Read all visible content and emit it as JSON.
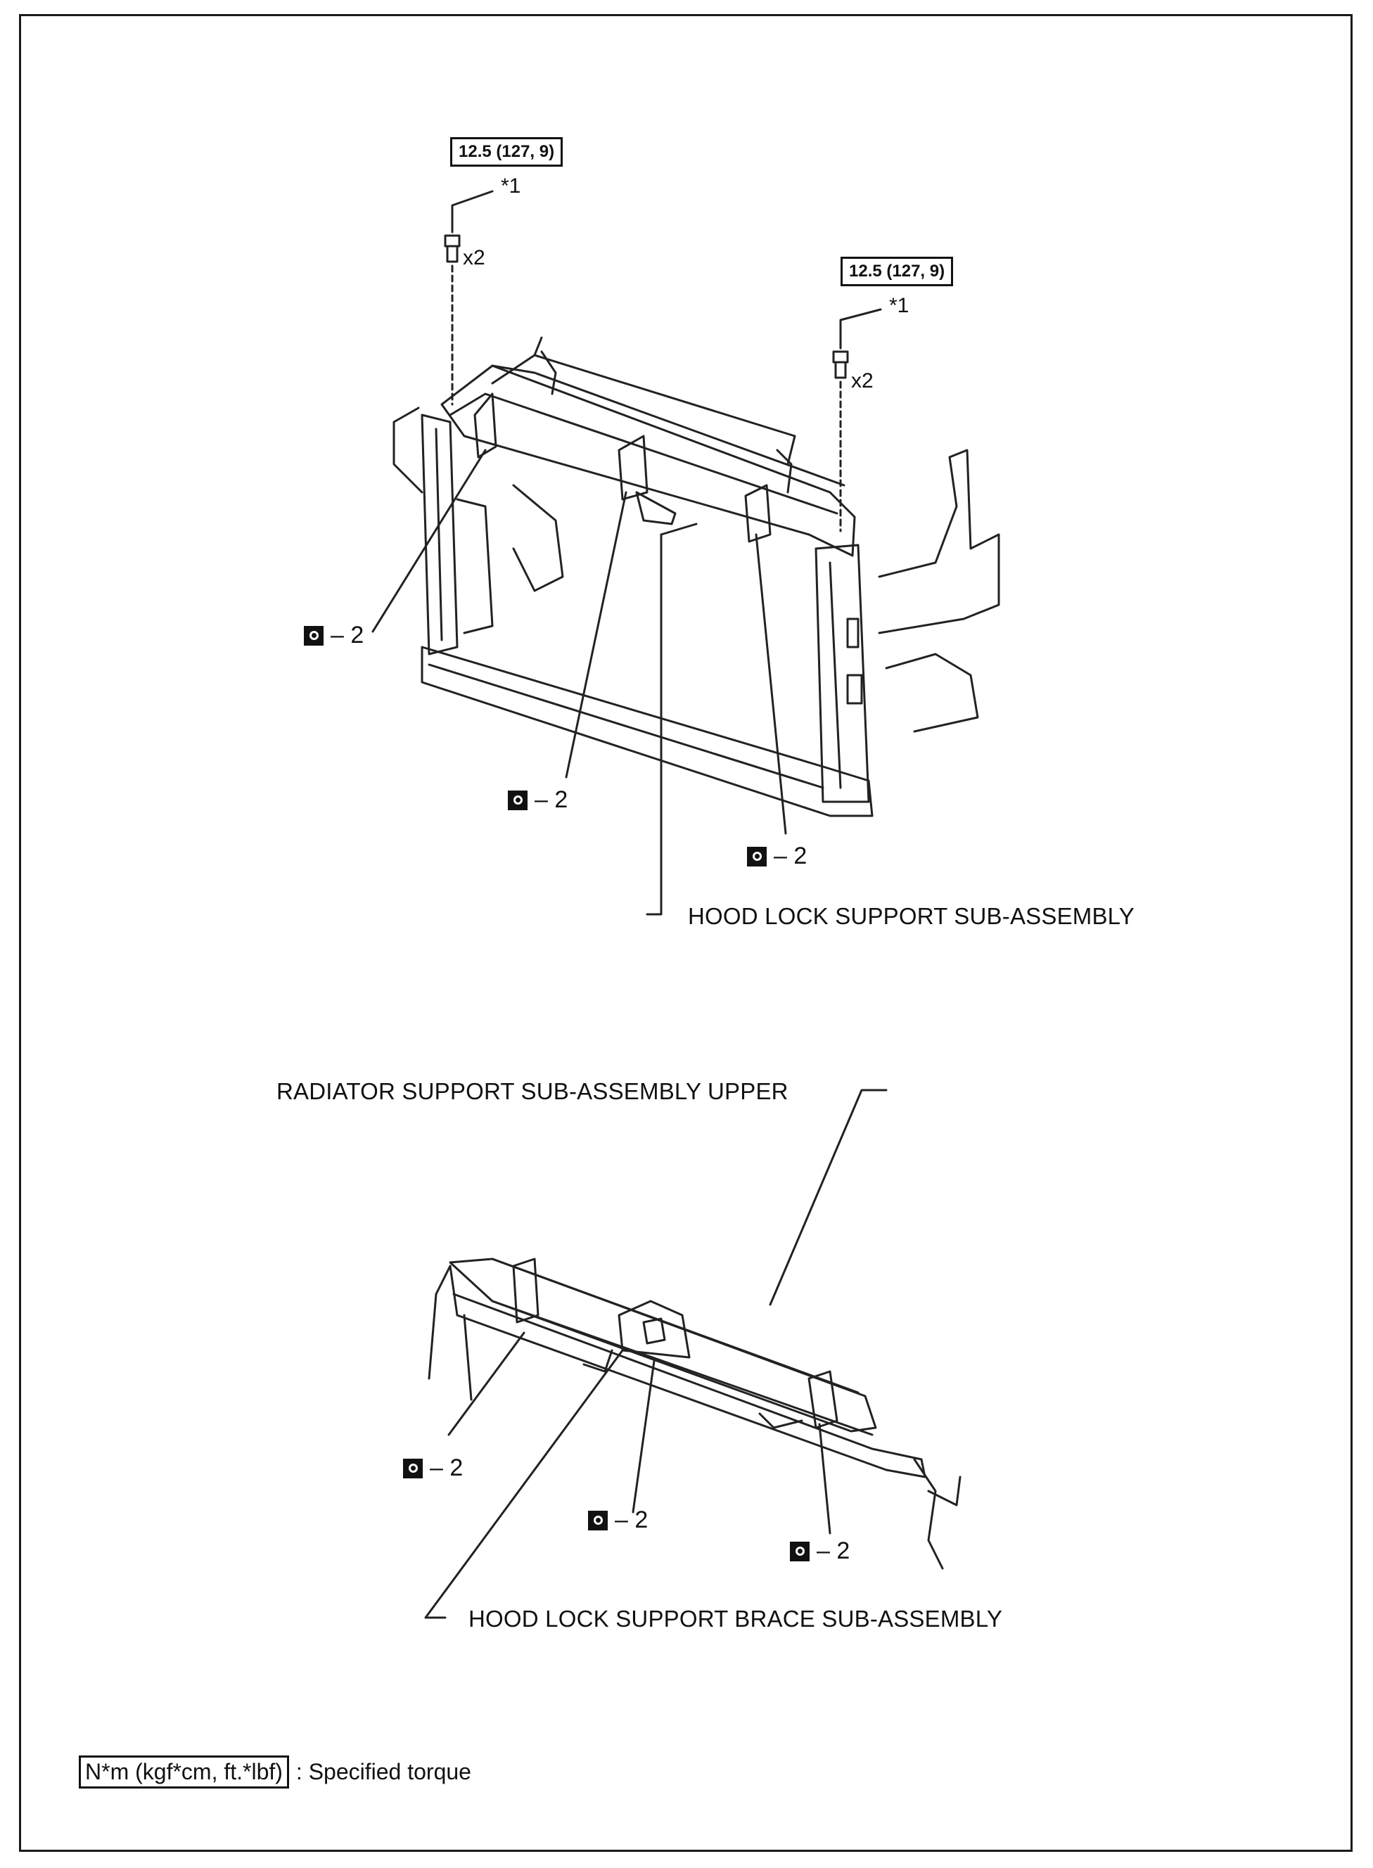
{
  "torque_top_left": "12.5 (127, 9)",
  "torque_top_right": "12.5 (127, 9)",
  "callout_1": "*1",
  "bolt_qty": "x2",
  "nut_qty": "2",
  "labels": {
    "hood_lock_support": "HOOD LOCK SUPPORT SUB-ASSEMBLY",
    "radiator_support_upper": "RADIATOR SUPPORT SUB-ASSEMBLY UPPER",
    "hood_lock_support_brace": "HOOD LOCK SUPPORT BRACE SUB-ASSEMBLY"
  },
  "legend": {
    "unit": "N*m (kgf*cm, ft.*lbf)",
    "description": ": Specified torque"
  }
}
